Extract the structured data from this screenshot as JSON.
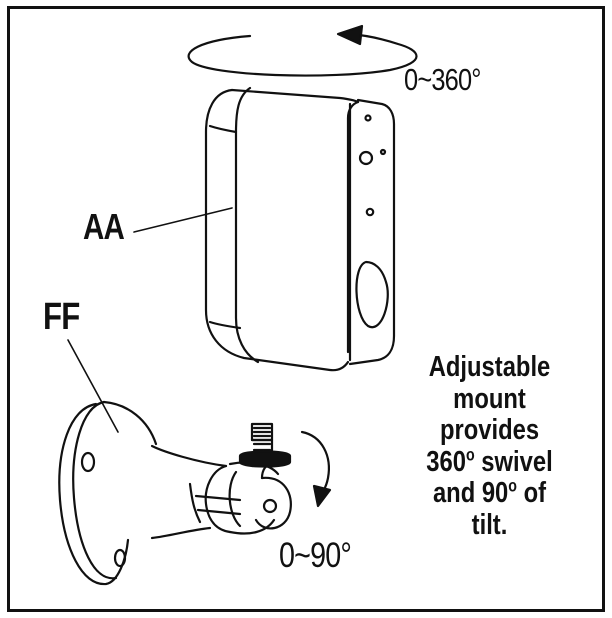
{
  "labels": {
    "rotation": "0~360°",
    "tilt": "0~90°",
    "camera": "AA",
    "mount": "FF"
  },
  "caption": {
    "line1": "Adjustable",
    "line2": "mount",
    "line3": "provides",
    "line4_num": "360",
    "line4_sup": "o",
    "line4_rest": " swivel",
    "line5_pre": "and 90",
    "line5_sup": "o",
    "line5_rest": " of",
    "line6": "tilt."
  },
  "colors": {
    "ink": "#111111",
    "background": "#ffffff"
  }
}
